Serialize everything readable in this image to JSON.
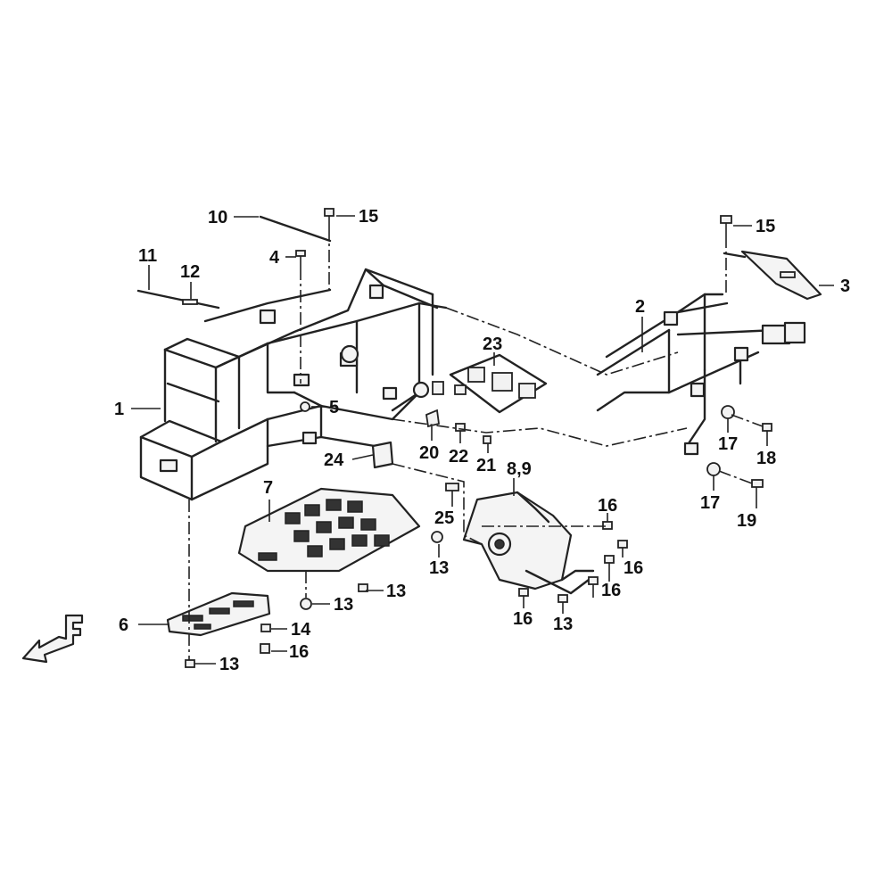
{
  "callouts": [
    {
      "id": "c1",
      "text": "1"
    },
    {
      "id": "c2",
      "text": "2"
    },
    {
      "id": "c3",
      "text": "3"
    },
    {
      "id": "c4",
      "text": "4"
    },
    {
      "id": "c5",
      "text": "5"
    },
    {
      "id": "c6",
      "text": "6"
    },
    {
      "id": "c7",
      "text": "7"
    },
    {
      "id": "c8",
      "text": "8,9"
    },
    {
      "id": "c10",
      "text": "10"
    },
    {
      "id": "c11",
      "text": "11"
    },
    {
      "id": "c12",
      "text": "12"
    },
    {
      "id": "c13a",
      "text": "13"
    },
    {
      "id": "c13b",
      "text": "13"
    },
    {
      "id": "c13c",
      "text": "13"
    },
    {
      "id": "c13d",
      "text": "13"
    },
    {
      "id": "c13e",
      "text": "13"
    },
    {
      "id": "c14",
      "text": "14"
    },
    {
      "id": "c15a",
      "text": "15"
    },
    {
      "id": "c15b",
      "text": "15"
    },
    {
      "id": "c16a",
      "text": "16"
    },
    {
      "id": "c16b",
      "text": "16"
    },
    {
      "id": "c16c",
      "text": "16"
    },
    {
      "id": "c16d",
      "text": "16"
    },
    {
      "id": "c16e",
      "text": "16"
    },
    {
      "id": "c17a",
      "text": "17"
    },
    {
      "id": "c17b",
      "text": "17"
    },
    {
      "id": "c18",
      "text": "18"
    },
    {
      "id": "c19",
      "text": "19"
    },
    {
      "id": "c20",
      "text": "20"
    },
    {
      "id": "c21",
      "text": "21"
    },
    {
      "id": "c22",
      "text": "22"
    },
    {
      "id": "c23",
      "text": "23"
    },
    {
      "id": "c24",
      "text": "24"
    },
    {
      "id": "c25",
      "text": "25"
    }
  ],
  "direction_marker": {
    "text": "F",
    "icon": "front-direction-arrow-icon"
  },
  "colors": {
    "line": "#222222",
    "background": "#ffffff"
  }
}
